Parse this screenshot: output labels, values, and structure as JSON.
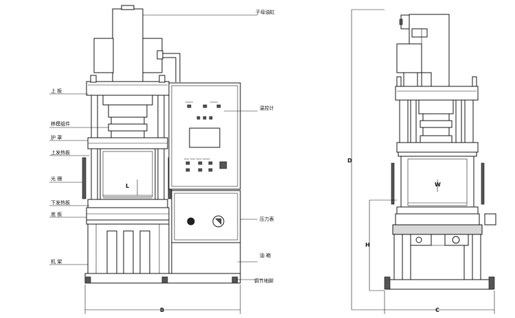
{
  "labels": {
    "cylinder": "子母油缸",
    "top_plate": "上 板",
    "mold_changer": "移模组件",
    "guard": "护 罩",
    "upper_plate": "上发热板",
    "light_curtain": "光 栅",
    "lower_plate": "下发热板",
    "bottom_plate": "底 板",
    "frame": "机 架",
    "controller": "温控计",
    "pressure_gauge": "压力表",
    "oil_tank": "油 箱",
    "adjust_feet": "调节地脚"
  },
  "dimensions": {
    "width_front": "B",
    "width_side": "C",
    "height": "D",
    "stroke": "L",
    "opening": "W",
    "working_height": "H"
  }
}
